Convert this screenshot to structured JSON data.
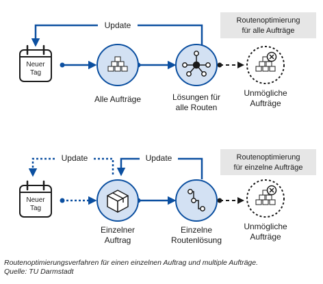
{
  "top_diagram": {
    "badge_line1": "Routenoptimierung",
    "badge_line2": "für alle Aufträge",
    "update_label": "Update",
    "calendar_line1": "Neuer",
    "calendar_line2": "Tag",
    "node2_label": "Alle Aufträge",
    "node3_line1": "Lösungen für",
    "node3_line2": "alle Routen",
    "node4_line1": "Unmögliche",
    "node4_line2": "Aufträge"
  },
  "bottom_diagram": {
    "badge_line1": "Routenoptimierung",
    "badge_line2": "für einzelne Aufträge",
    "update_left_label": "Update",
    "update_right_label": "Update",
    "calendar_line1": "Neuer",
    "calendar_line2": "Tag",
    "node2_line1": "Einzelner",
    "node2_line2": "Auftrag",
    "node3_line1": "Einzelne",
    "node3_line2": "Routenlösung",
    "node4_line1": "Unmögliche",
    "node4_line2": "Aufträge"
  },
  "caption": {
    "line1": "Routenoptimierungsverfahren für einen einzelnen Auftrag und multiple Aufträge.",
    "line2": "Quelle: TU Darmstadt"
  },
  "colors": {
    "accent": "#0b4fa0",
    "node_fill": "#d3e1f3",
    "badge_fill": "#e6e6e6",
    "dark": "#1a1a1a"
  }
}
